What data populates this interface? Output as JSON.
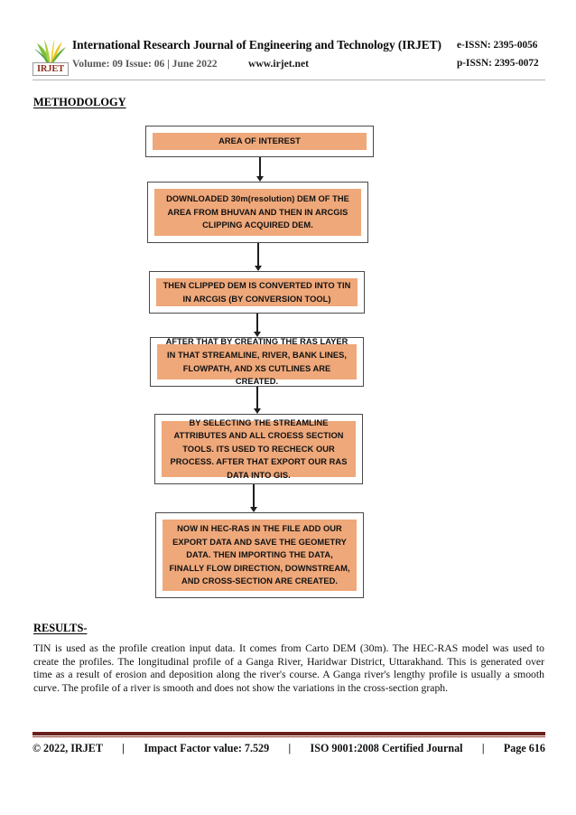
{
  "header": {
    "logo_text": "IRJET",
    "logo_icon": "leaf-fan-logo",
    "journal_title": "International Research Journal of Engineering and Technology (IRJET)",
    "volume_line": "Volume: 09 Issue: 06 | June 2022",
    "website": "www.irjet.net",
    "e_issn": "e-ISSN: 2395-0056",
    "p_issn": "p-ISSN: 2395-0072"
  },
  "sections": {
    "methodology_heading": "METHODOLOGY",
    "results_heading": "RESULTS-"
  },
  "flowchart": {
    "nodes": [
      {
        "id": "area-of-interest",
        "text": "AREA OF INTEREST"
      },
      {
        "id": "download-dem",
        "text": "DOWNLOADED 30m(resolution) DEM OF THE AREA FROM BHUVAN AND THEN IN ARCGIS CLIPPING ACQUIRED DEM."
      },
      {
        "id": "dem-to-tin",
        "text": "THEN CLIPPED DEM IS CONVERTED INTO TIN IN ARCGIS (BY CONVERSION TOOL)"
      },
      {
        "id": "ras-layer",
        "text": "AFTER THAT BY CREATING THE RAS LAYER IN THAT STREAMLINE, RIVER, BANK LINES, FLOWPATH, AND XS CUTLINES ARE CREATED."
      },
      {
        "id": "streamline-attributes",
        "text": "BY SELECTING THE STREAMLINE ATTRIBUTES AND ALL CROESS SECTION TOOLS. ITS USED TO RECHECK OUR PROCESS. AFTER THAT EXPORT OUR RAS DATA INTO GIS."
      },
      {
        "id": "hec-ras-geometry",
        "text": "NOW IN HEC-RAS IN THE FILE ADD OUR EXPORT DATA AND SAVE THE GEOMETRY DATA. THEN IMPORTING THE DATA, FINALLY FLOW DIRECTION, DOWNSTREAM, AND CROSS-SECTION ARE CREATED."
      }
    ],
    "fill_color": "#efa87a",
    "border_color": "#4a4a4a",
    "arrow_color": "#1d1d1d"
  },
  "results": {
    "paragraph": "TIN is used as the profile creation input data. It comes from Carto DEM (30m). The HEC-RAS model was used to create the profiles. The longitudinal profile of a Ganga River, Haridwar District, Uttarakhand. This is generated over time as a result of erosion and deposition along the river's course. A Ganga river's lengthy profile is usually a smooth curve. The profile of a river is smooth and does not show the variations in the cross-section graph."
  },
  "footer": {
    "copyright": "© 2022, IRJET",
    "sep1": "|",
    "impact_factor": "Impact Factor value: 7.529",
    "sep2": "|",
    "certification": "ISO 9001:2008 Certified Journal",
    "sep3": "|",
    "page": "Page 616",
    "rule_color": "#6b201c"
  }
}
